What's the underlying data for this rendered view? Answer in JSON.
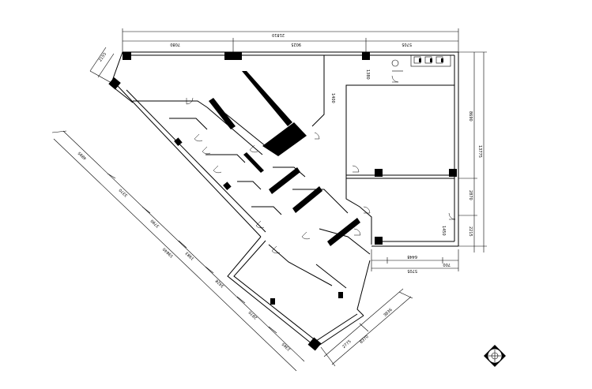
{
  "dimensions": {
    "top_total": "21810",
    "top_seg_1": "7080",
    "top_seg_2": "9025",
    "top_seg_3": "5705",
    "right_total": "13775",
    "right_seg_1": "8690",
    "right_seg_2": "2870",
    "right_seg_3": "2215",
    "bottom_1": "6448",
    "bottom_2": "5705",
    "bottom_3": "700",
    "inner_1": "1380",
    "inner_2": "1400",
    "inner_3": "1450",
    "diag_total": "19840",
    "diag_1": "4895",
    "diag_2": "3370",
    "diag_3": "3790",
    "diag_4": "1983",
    "diag_5": "3428",
    "diag_6": "2870",
    "diag_7": "2365",
    "corner_1": "2155",
    "low_1": "3836",
    "low_2": "2775",
    "low_3": "8370"
  },
  "compass": {
    "icon": "north-compass-icon"
  }
}
